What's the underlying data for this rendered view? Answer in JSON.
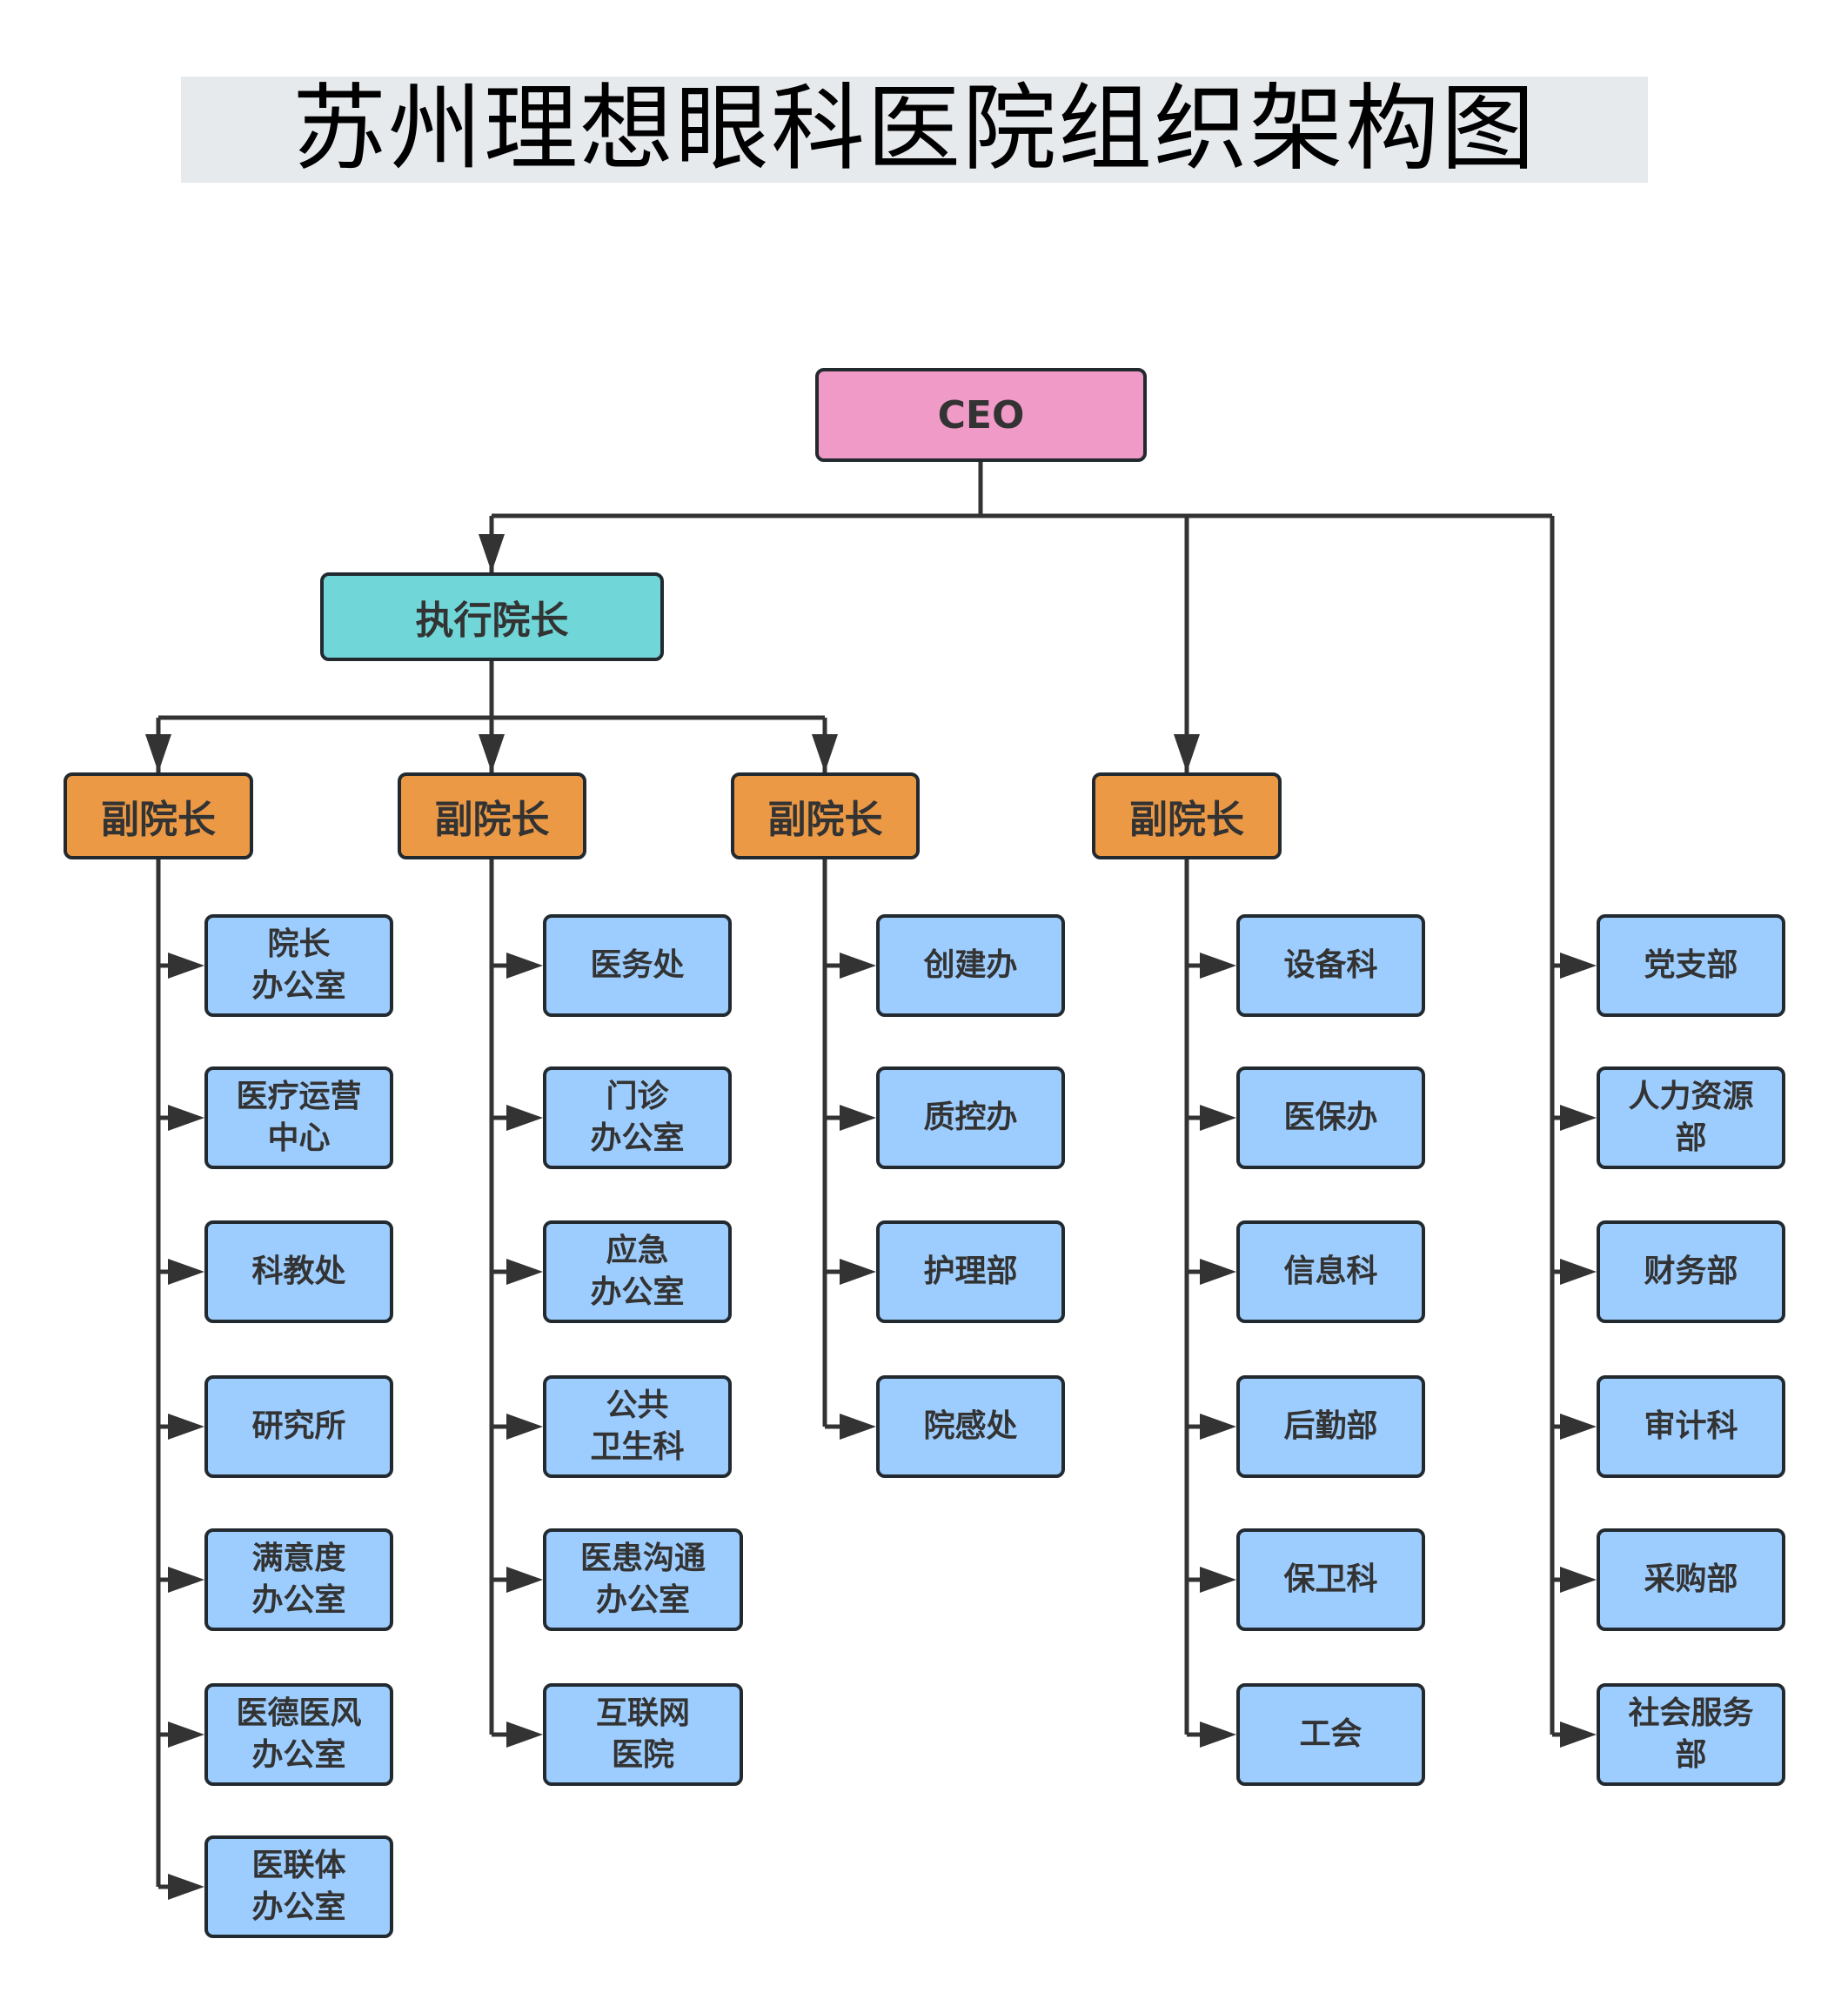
{
  "title": "苏州理想眼科医院组织架构图",
  "colors": {
    "ceo": "#f09ac8",
    "executive": "#70d6d8",
    "vice_president": "#ec9945",
    "department": "#9dcdfe",
    "line": "#333333",
    "title_bg": "#e7eaed"
  },
  "ceo": {
    "label": "CEO"
  },
  "executive": {
    "label": "执行院长"
  },
  "branches": [
    {
      "head": "副院长",
      "reports_to": "执行院长",
      "departments": [
        "院长\n办公室",
        "医疗运营\n中心",
        "科教处",
        "研究所",
        "满意度\n办公室",
        "医德医风\n办公室",
        "医联体\n办公室"
      ]
    },
    {
      "head": "副院长",
      "reports_to": "执行院长",
      "departments": [
        "医务处",
        "门诊\n办公室",
        "应急\n办公室",
        "公共\n卫生科",
        "医患沟通\n办公室",
        "互联网\n医院"
      ]
    },
    {
      "head": "副院长",
      "reports_to": "执行院长",
      "departments": [
        "创建办",
        "质控办",
        "护理部",
        "院感处"
      ]
    },
    {
      "head": "副院长",
      "reports_to": "CEO",
      "departments": [
        "设备科",
        "医保办",
        "信息科",
        "后勤部",
        "保卫科",
        "工会"
      ]
    },
    {
      "head": null,
      "reports_to": "CEO",
      "departments": [
        "党支部",
        "人力资源\n部",
        "财务部",
        "审计科",
        "采购部",
        "社会服务\n部"
      ]
    }
  ]
}
